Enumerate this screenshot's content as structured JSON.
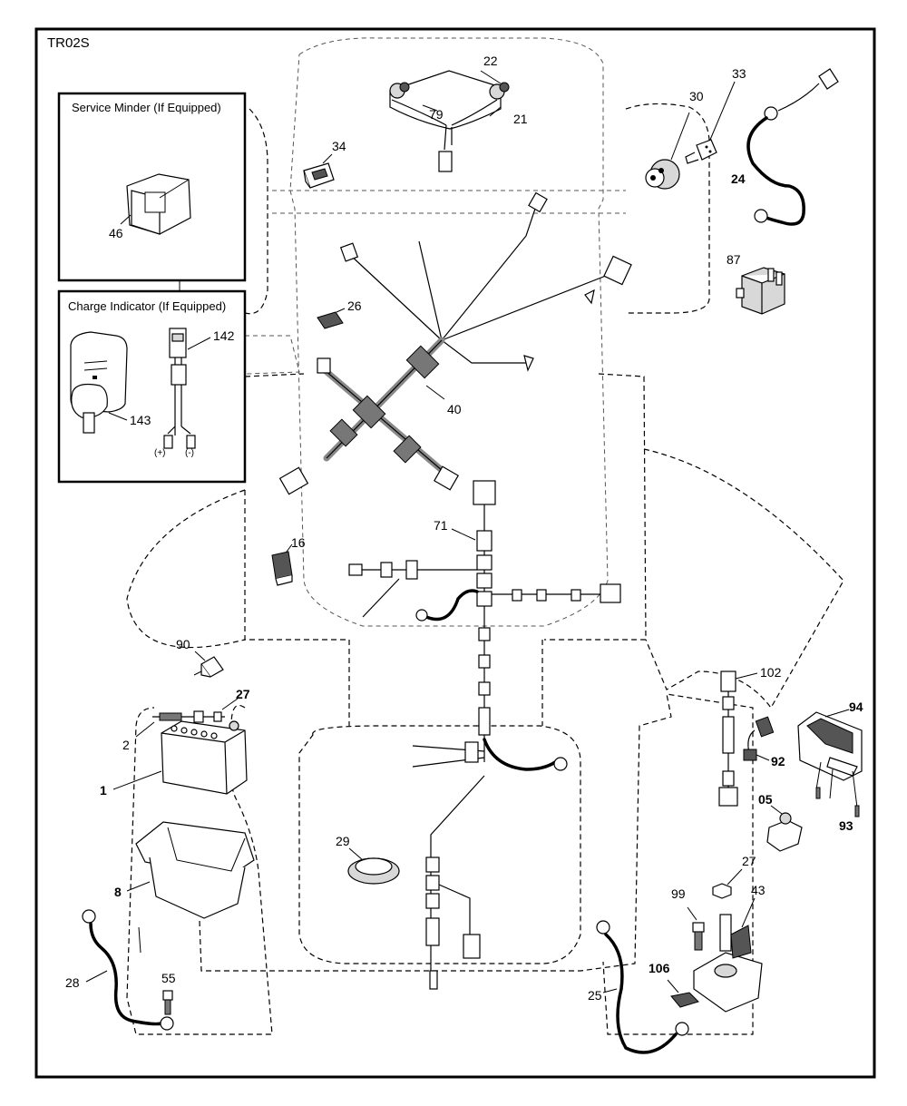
{
  "diagram": {
    "code": "TR02S",
    "boxes": [
      {
        "id": "service-minder",
        "title": "Service Minder (If Equipped)"
      },
      {
        "id": "charge-indicator",
        "title": "Charge Indicator (If Equipped)"
      }
    ],
    "terminal_labels": {
      "positive": "(+)",
      "negative": "(-)"
    },
    "callouts": {
      "p22": "22",
      "p79": "79",
      "p21": "21",
      "p34": "34",
      "p30": "30",
      "p33": "33",
      "p24": "24",
      "p87": "87",
      "p46": "46",
      "p26": "26",
      "p142": "142",
      "p143": "143",
      "p40": "40",
      "p71": "71",
      "p16": "16",
      "p90": "90",
      "p27a": "27",
      "p2": "2",
      "p1": "1",
      "p8": "8",
      "p28": "28",
      "p55": "55",
      "p29": "29",
      "p102": "102",
      "p94": "94",
      "p92": "92",
      "p93": "93",
      "p05": "05",
      "p27b": "27",
      "p43": "43",
      "p99": "99",
      "p106": "106",
      "p25": "25"
    }
  }
}
